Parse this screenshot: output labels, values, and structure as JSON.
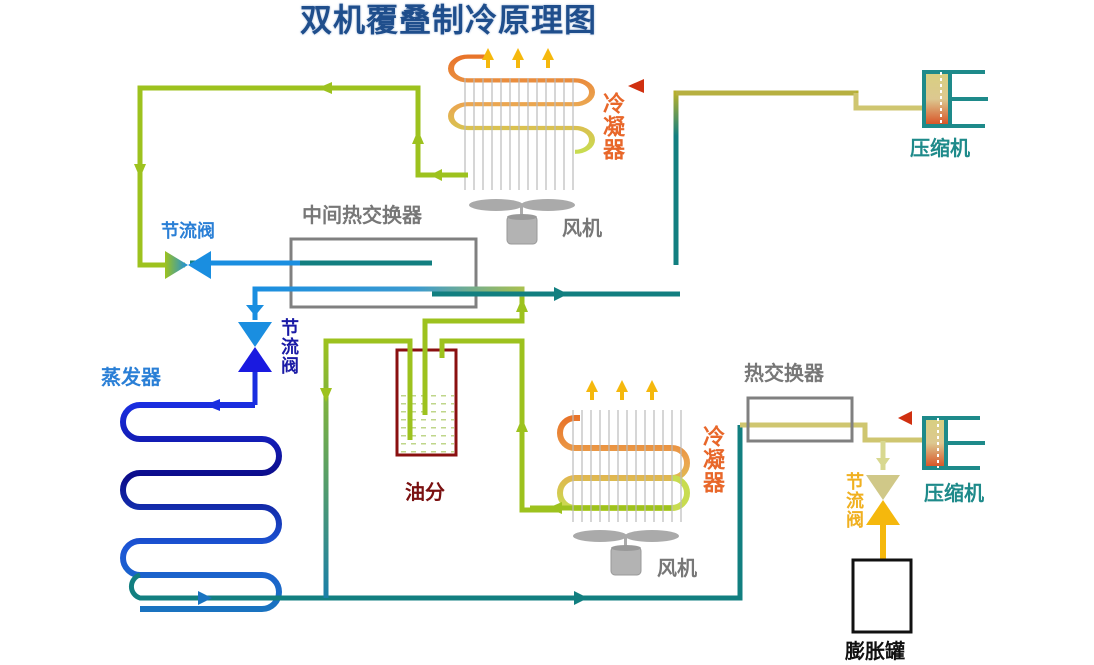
{
  "title": "双机覆叠制冷原理图",
  "labels": {
    "upper_condenser": "冷凝器",
    "upper_fan": "风机",
    "upper_compressor": "压缩机",
    "intermediate_hx": "中间热交换器",
    "throttle_upper_left": "节流阀",
    "throttle_middle": "节流阀",
    "evaporator": "蒸发器",
    "oil_separator": "油分",
    "heat_exchanger": "热交换器",
    "lower_condenser": "冷凝器",
    "lower_fan": "风机",
    "lower_compressor": "压缩机",
    "throttle_right": "节流阀",
    "expansion_tank": "膨胀罐"
  },
  "colors": {
    "hot_red": "#e8100a",
    "condenser_orange": "#e8742a",
    "liquid_green": "#9dc21e",
    "suction_teal": "#117f80",
    "evap_blue": "#1d4fd8",
    "evap_navy": "#0c0c90",
    "oil_maroon": "#8a1010",
    "expansion_yellow": "#f5b80d",
    "hx_gray": "#808080"
  }
}
